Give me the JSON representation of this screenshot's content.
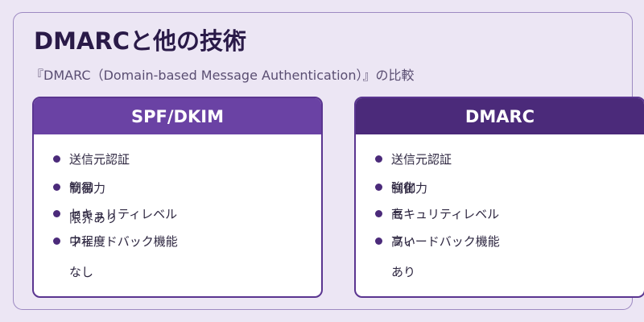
{
  "title": "DMARCと他の技術",
  "subtitle": "『DMARC（Domain-based Message Authentication）』の比較",
  "cards": [
    {
      "header": "SPF/DKIM",
      "items": [
        {
          "label": "送信元認証",
          "overlap": ""
        },
        {
          "label": "簡易",
          "overlap": "制御力"
        },
        {
          "label": "セキュリティレベル",
          "overlap": "限界あり"
        },
        {
          "label": "中程度",
          "overlap": "フィードバック機能"
        },
        {
          "label": "なし",
          "overlap": ""
        }
      ]
    },
    {
      "header": "DMARC",
      "items": [
        {
          "label": "送信元認証",
          "overlap": ""
        },
        {
          "label": "強化",
          "overlap": "制御力"
        },
        {
          "label": "高",
          "overlap": "セキュリティレベル"
        },
        {
          "label": "高い",
          "overlap": "フィードバック機能"
        },
        {
          "label": "あり",
          "overlap": ""
        }
      ]
    }
  ],
  "colors": {
    "background": "#ece6f4",
    "frame_border": "#9d8ac2",
    "left_header": "#6a42a4",
    "right_header": "#4b2a7a",
    "bullet": "#4b2a7a"
  }
}
